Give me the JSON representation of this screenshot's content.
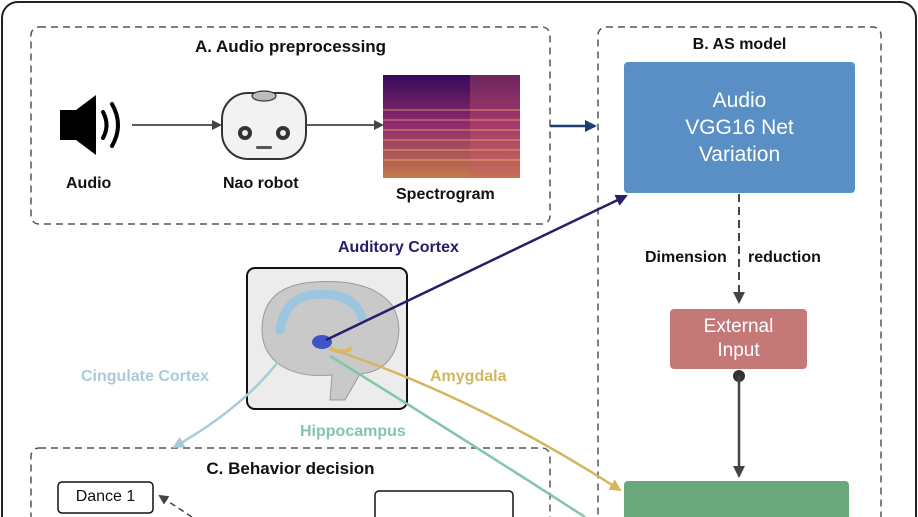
{
  "panel_a": {
    "title": "A. Audio preprocessing",
    "audio_label": "Audio",
    "robot_label": "Nao robot",
    "spectrogram_label": "Spectrogram"
  },
  "panel_b": {
    "title": "B. AS model",
    "vgg_line1": "Audio",
    "vgg_line2": "VGG16 Net",
    "vgg_line3": "Variation",
    "dimension_label": "Dimension",
    "reduction_label": "reduction",
    "external_line1": "External",
    "external_line2": "Input"
  },
  "brain_regions": {
    "auditory": "Auditory Cortex",
    "cingulate": "Cingulate Cortex",
    "amygdala": "Amygdala",
    "hippocampus": "Hippocampus"
  },
  "panel_c": {
    "title": "C.  Behavior decision",
    "dance": "Dance 1"
  },
  "colors": {
    "auditory": "#2c1a6b",
    "cingulate": "#a9cbd9",
    "amygdala": "#d4b660",
    "hippocampus": "#83c6a6",
    "vgg_box": "#5a8fc5",
    "external_box": "#c47878",
    "green_box": "#6aa77c",
    "dark_arrow": "#1f3e6e"
  }
}
